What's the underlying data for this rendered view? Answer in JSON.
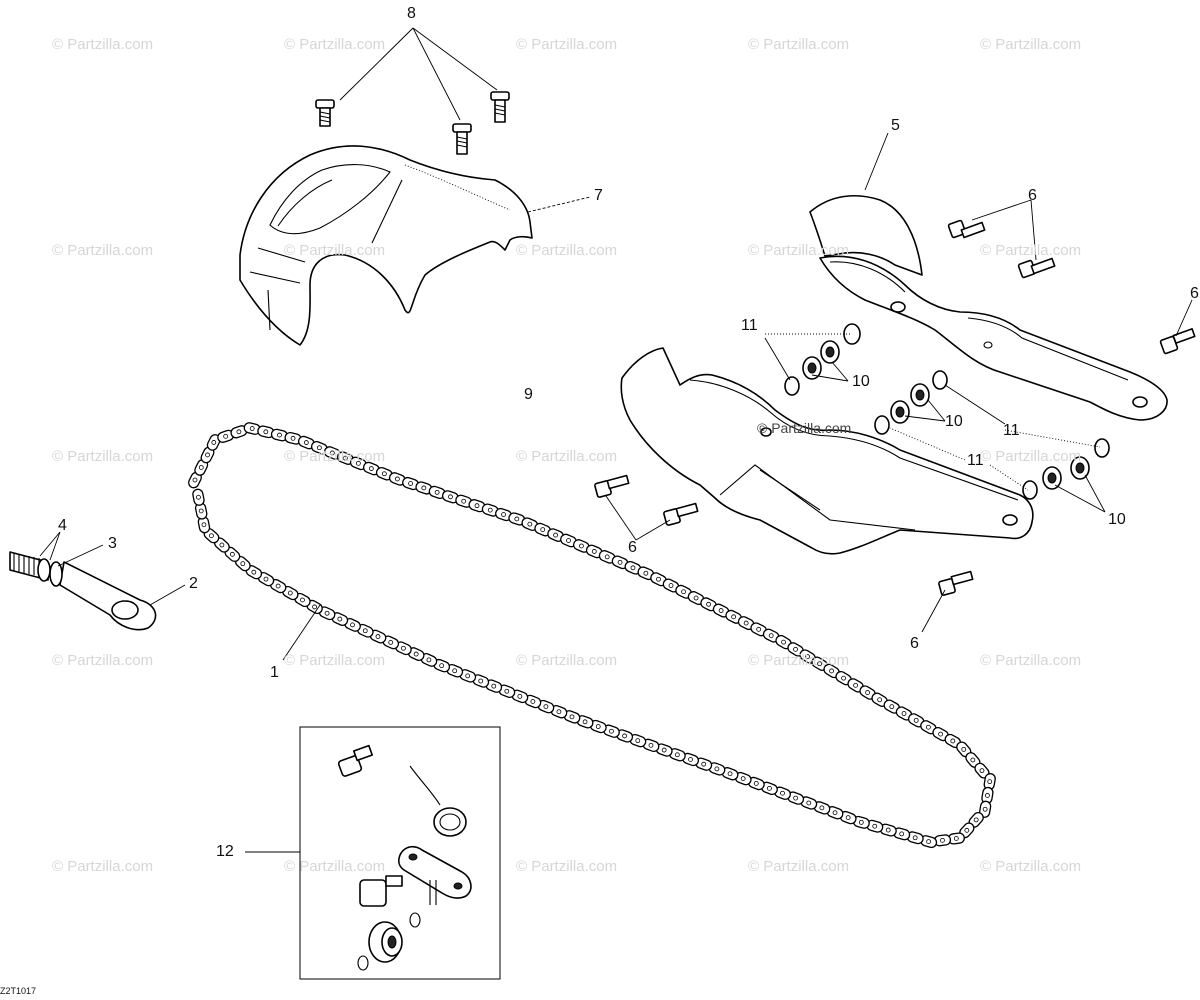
{
  "watermarks": [
    "© Partzilla.com",
    "© Partzilla.com",
    "© Partzilla.com",
    "© Partzilla.com",
    "© Partzilla.com",
    "© Partzilla.com",
    "© Partzilla.com",
    "© Partzilla.com",
    "© Partzilla.com",
    "© Partzilla.com",
    "© Partzilla.com",
    "© Partzilla.com",
    "© Partzilla.com",
    "© Partzilla.com",
    "© Partzilla.com",
    "© Partzilla.com",
    "© Partzilla.com",
    "© Partzilla.com",
    "© Partzilla.com",
    "© Partzilla.com",
    "© Partzilla.com",
    "© Partzilla.com",
    "© Partzilla.com",
    "© Partzilla.com"
  ],
  "center_watermark": "© Partzilla.com",
  "callouts": {
    "c8": "8",
    "c7": "7",
    "c5": "5",
    "c6a": "6",
    "c6b": "6",
    "c6c": "6",
    "c6d": "6",
    "c11a": "11",
    "c10a": "10",
    "c10b": "10",
    "c11b": "11",
    "c11c": "11",
    "c10c": "10",
    "c9": "9",
    "c4": "4",
    "c3": "3",
    "c2": "2",
    "c1": "1",
    "c12": "12"
  },
  "diagram_code": "Z2T1017"
}
